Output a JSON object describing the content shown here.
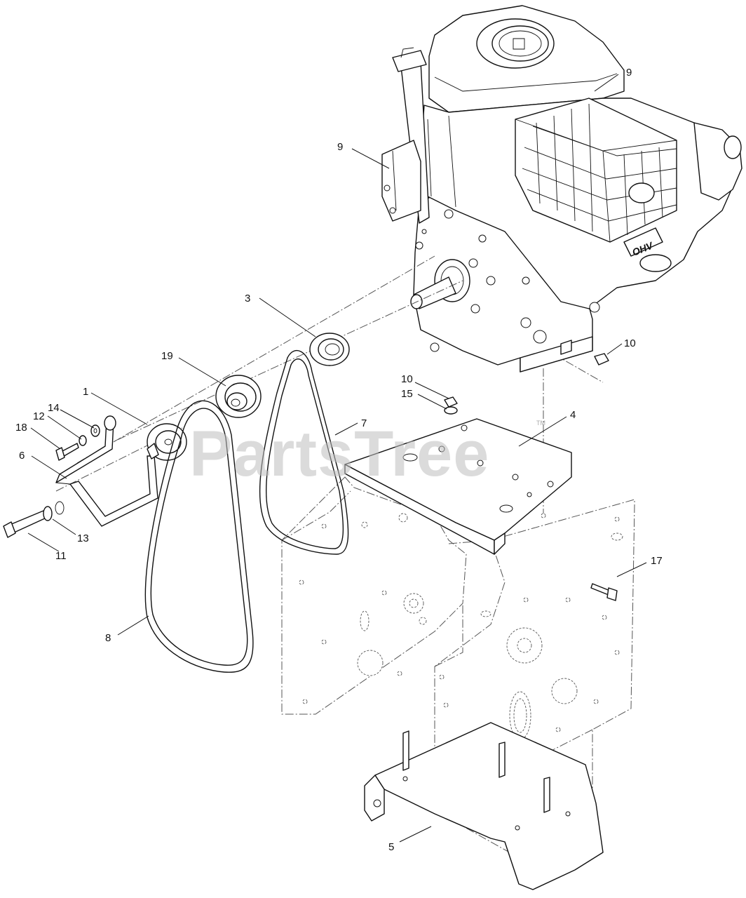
{
  "watermark": {
    "text": "PartsTree",
    "tm": "TM"
  },
  "callouts": [
    {
      "id": "c-9-top",
      "number": "9"
    },
    {
      "id": "c-9-left",
      "number": "9"
    },
    {
      "id": "c-3",
      "number": "3"
    },
    {
      "id": "c-10-right",
      "number": "10"
    },
    {
      "id": "c-19",
      "number": "19"
    },
    {
      "id": "c-1",
      "number": "1"
    },
    {
      "id": "c-14",
      "number": "14"
    },
    {
      "id": "c-12",
      "number": "12"
    },
    {
      "id": "c-18",
      "number": "18"
    },
    {
      "id": "c-6",
      "number": "6"
    },
    {
      "id": "c-10-mid",
      "number": "10"
    },
    {
      "id": "c-15",
      "number": "15"
    },
    {
      "id": "c-7",
      "number": "7"
    },
    {
      "id": "c-4",
      "number": "4"
    },
    {
      "id": "c-13",
      "number": "13"
    },
    {
      "id": "c-11",
      "number": "11"
    },
    {
      "id": "c-17",
      "number": "17"
    },
    {
      "id": "c-8",
      "number": "8"
    },
    {
      "id": "c-5",
      "number": "5"
    }
  ],
  "parts": {
    "engine_badge": "OHV"
  }
}
